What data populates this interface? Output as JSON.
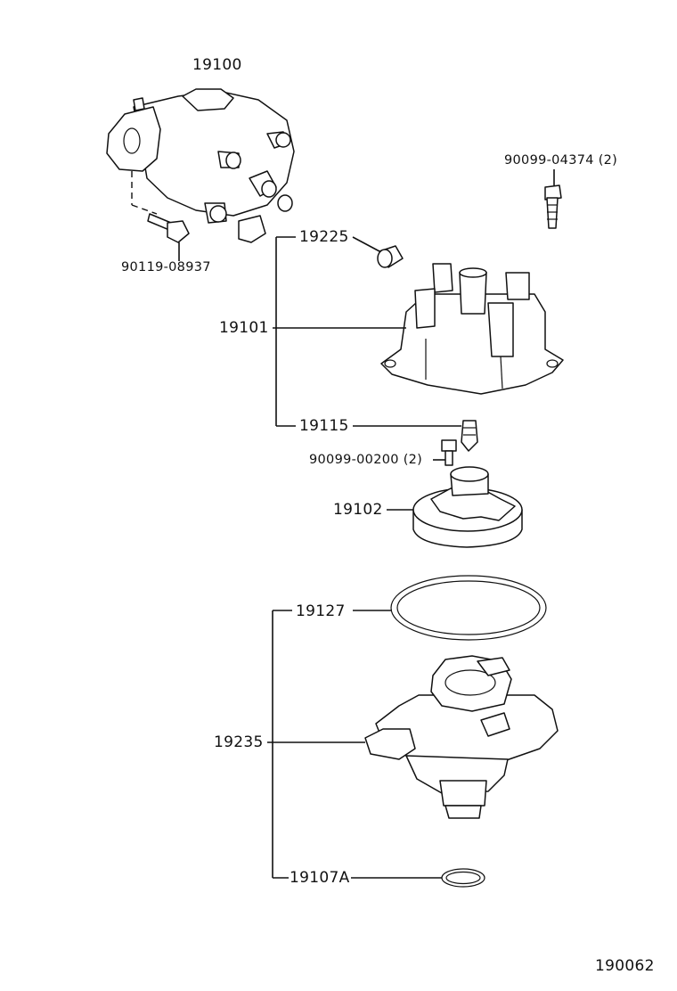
{
  "labels": {
    "p19100": "19100",
    "p90119": "90119-08937",
    "p90099a": "90099-04374 (2)",
    "p19225": "19225",
    "p19101": "19101",
    "p19115": "19115",
    "p90099b": "90099-00200 (2)",
    "p19102": "19102",
    "p19127": "19127",
    "p19235": "19235",
    "p19107": "19107A",
    "drawing_no": "190062"
  }
}
